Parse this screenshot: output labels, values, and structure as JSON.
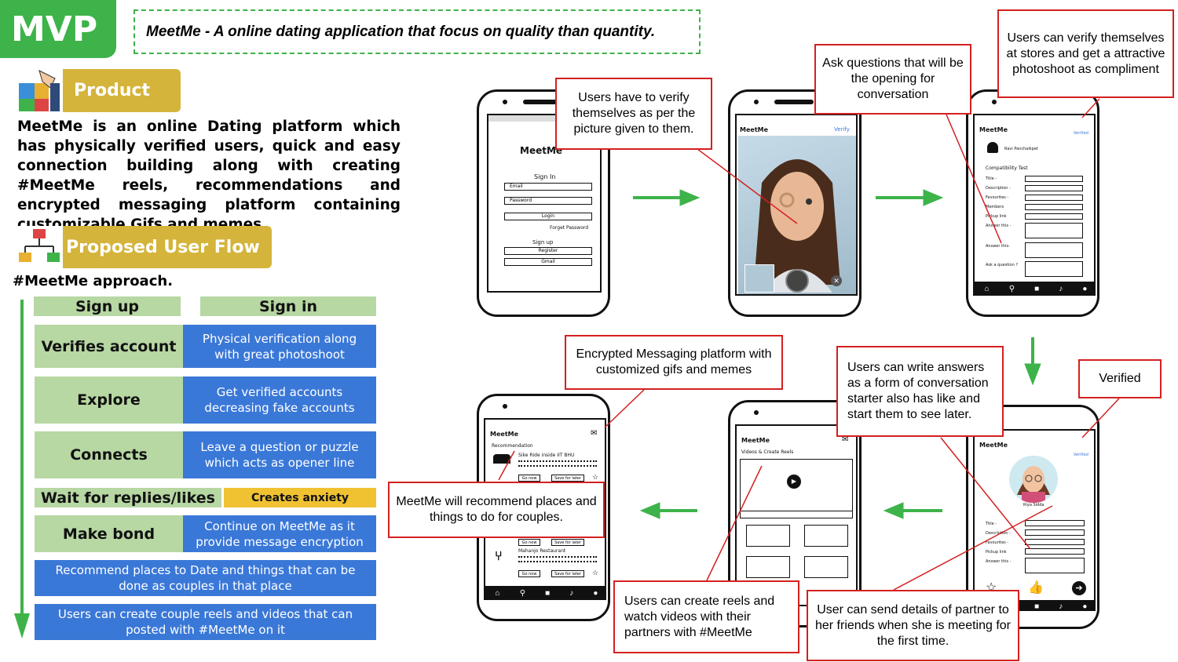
{
  "header": {
    "badge": "MVP",
    "tagline": "MeetMe - A online dating application that focus on quality than quantity."
  },
  "product": {
    "title": "Product",
    "icon": "puzzle-hand-icon",
    "description": "MeetMe is an online Dating platform which has physically verified users, quick and easy connection building along with creating #MeetMe reels, recommendations and encrypted messaging platform containing  customizable Gifs and memes."
  },
  "flow": {
    "title": "Proposed User  Flow",
    "icon": "flowchart-icon",
    "approach": "#MeetMe approach.",
    "signup": "Sign up",
    "signin": "Sign in",
    "rows": [
      {
        "step": "Verifies account",
        "detail": "Physical verification along with great photoshoot"
      },
      {
        "step": "Explore",
        "detail": "Get verified accounts decreasing fake accounts"
      },
      {
        "step": "Connects",
        "detail": "Leave a question or puzzle which acts as opener line"
      },
      {
        "step": "Wait for replies/likes",
        "detail": "Creates anxiety"
      },
      {
        "step": "Make bond",
        "detail": "Continue on MeetMe as it provide message encryption"
      }
    ],
    "wide": [
      "Recommend places to Date and things that can be done as couples in that place",
      "Users can create couple reels and videos that can posted with #MeetMe on it"
    ],
    "colors": {
      "green": "#b7d7a3",
      "blue": "#3a78d8",
      "yellow": "#f0c232",
      "arrow": "#3db34a",
      "notes": "#d42020"
    }
  },
  "notes": {
    "verify_picture": "Users have to verify themselves as per the picture given to them.",
    "ask_questions": "Ask questions that will be the opening for conversation",
    "verify_stores": "Users can verify themselves at stores and get a attractive photoshoot as compliment",
    "encrypted": "Encrypted Messaging platform with customized gifs and memes",
    "write_answers": "Users can write answers as a form of conversation starter also has like and start them to see later.",
    "verified": "Verified",
    "recommend": "MeetMe will recommend places and things to do for couples.",
    "reels": "Users can create reels and watch videos with their partners with #MeetMe",
    "send_details": "User can send details of partner to her friends when she is meeting for the first time."
  },
  "screens": {
    "login": {
      "app": "MeetMe",
      "signin": "Sign In",
      "email": "Email",
      "password": "Password",
      "login": "Login",
      "forgot": "Forget Password",
      "signup": "Sign up",
      "register": "Register",
      "gmail": "Gmail"
    },
    "verify": {
      "app": "MeetMe",
      "action": "Verify"
    },
    "profile": {
      "app": "MeetMe",
      "verified": "Verified",
      "name": "Ravi Panchalkpet",
      "section": "Compatibility Test",
      "fields": [
        "Title -",
        "Description -",
        "Favourites -",
        "Members",
        "Pickup link",
        "Answer this -",
        "Answer this-",
        "Ask a question ?"
      ]
    },
    "reco": {
      "app": "MeetMe",
      "section": "Recommendation",
      "place1": "Sike Ride inside IIT BHU",
      "place2": "Mahanjo Restaurant",
      "go": "Go now",
      "save": "Save for later"
    },
    "reels": {
      "app": "MeetMe",
      "section": "Videos & Create Reels"
    },
    "match": {
      "app": "MeetMe",
      "verified": "Verified",
      "name": "Riya Sidda",
      "fields": [
        "Title -",
        "Description -",
        "Favourites -",
        "Pickup link",
        "Answer this -"
      ]
    }
  }
}
